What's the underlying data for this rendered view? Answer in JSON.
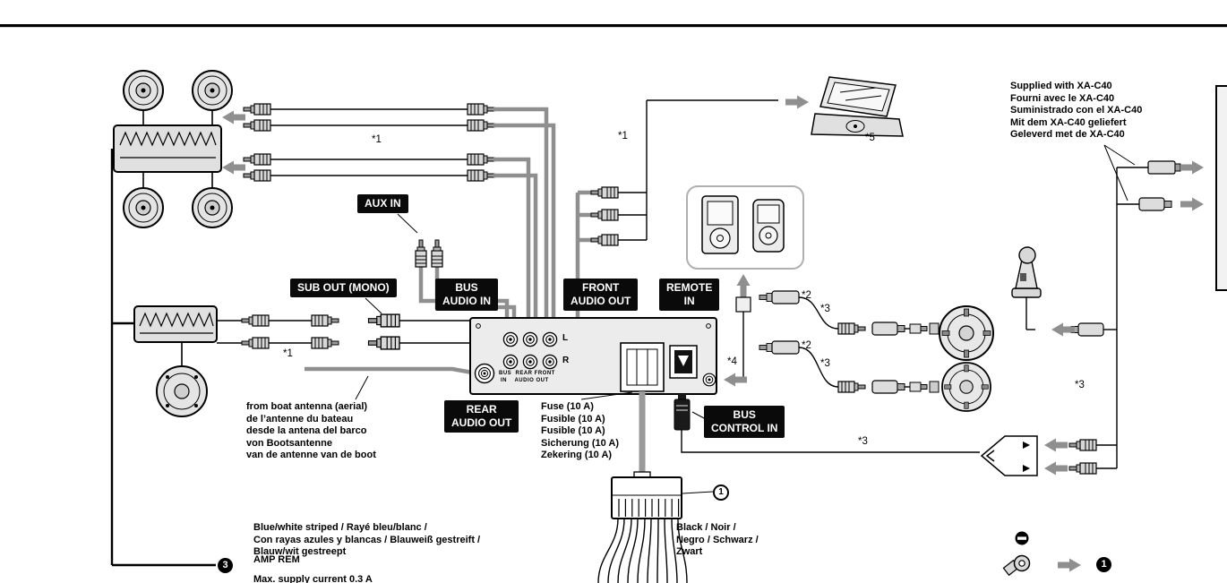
{
  "page": {
    "background": "#ffffff",
    "accent_black": "#0a0a0a",
    "cable_gray": "#8f8f8f",
    "device_fill": "#e6e6e6"
  },
  "port_labels": {
    "aux_in": "AUX IN",
    "sub_out_mono": "SUB OUT (MONO)",
    "bus_audio_in": [
      "BUS",
      "AUDIO IN"
    ],
    "front_audio_out": [
      "FRONT",
      "AUDIO OUT"
    ],
    "remote_in": [
      "REMOTE",
      "IN"
    ],
    "rear_audio_out": [
      "REAR",
      "AUDIO OUT"
    ],
    "bus_control_in": [
      "BUS",
      "CONTROL IN"
    ]
  },
  "unit": {
    "channel_left": "L",
    "channel_right": "R",
    "ports_row1": "BUS  REAR FRONT",
    "ports_row2": "IN    AUDIO OUT"
  },
  "notes": {
    "supplied_xa_c40": [
      "Supplied with XA-C40",
      "Fourni avec le XA-C40",
      "Suministrado con el XA-C40",
      "Mit dem XA-C40 geliefert",
      "Geleverd met de XA-C40"
    ],
    "boat_antenna": [
      "from boat antenna (aerial)",
      "de l’antenne du bateau",
      "desde la antena del barco",
      "von Bootsantenne",
      "van de antenne van de boot"
    ],
    "fuse": [
      "Fuse (10 A)",
      "Fusible (10 A)",
      "Fusible (10 A)",
      "Sicherung (10 A)",
      "Zekering (10 A)"
    ],
    "blue_white_wire": [
      "Blue/white striped / Rayé bleu/blanc /",
      "Con rayas azules y blancas / Blauweiß gestreift /",
      "Blauw/wit gestreept"
    ],
    "amp_rem": "AMP REM",
    "max_supply": "Max. supply current 0.3 A",
    "black_wire": [
      "Black / Noir /",
      "Negro / Schwarz /",
      "Zwart"
    ]
  },
  "footnotes": {
    "n1": "*1",
    "n2": "*2",
    "n3": "*3",
    "n4": "*4",
    "n5": "*5"
  },
  "callouts": {
    "harness_connector": "1",
    "amp_rem_wire": "3",
    "ground_wire": "1"
  }
}
